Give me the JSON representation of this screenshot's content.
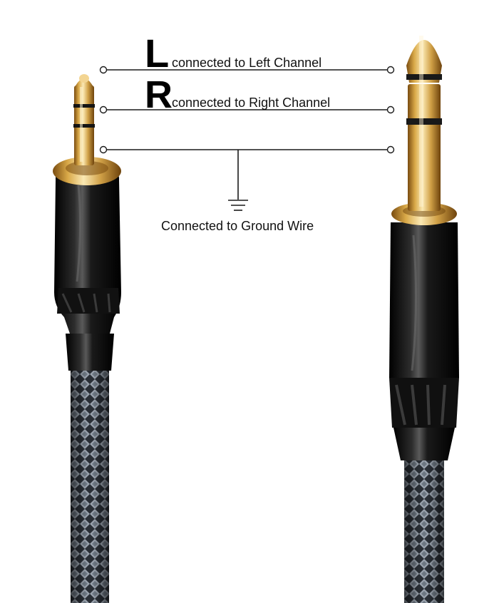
{
  "wires": [
    {
      "letter": "L",
      "label": "connected to Left Channel"
    },
    {
      "letter": "R",
      "label": "connected to Right Channel"
    }
  ],
  "ground": {
    "label": "Connected to Ground Wire",
    "icon": "ground-symbol-icon"
  },
  "colors": {
    "gold_light": "#f7de9a",
    "gold_mid": "#d9a948",
    "gold_dark": "#8a5a16",
    "black": "#0b0b0b",
    "braid_grey": "#8f98a4",
    "braid_dark": "#2a2f36"
  }
}
